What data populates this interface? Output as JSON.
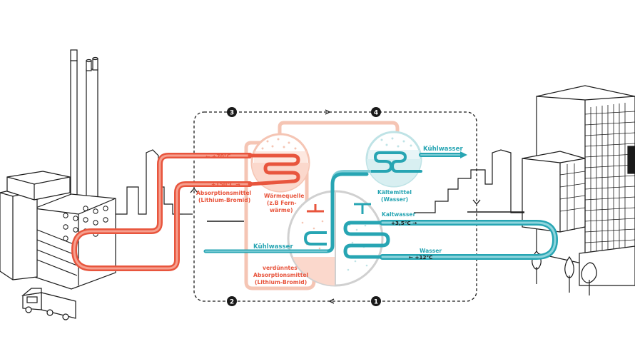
{
  "steps": [
    "1",
    "2",
    "3",
    "4"
  ],
  "labels": {
    "hot_in_temp": "← +70°C",
    "hot_out_temp": "+150°C →",
    "absorbent_title": "Absorptionsmittel",
    "absorbent_sub": "(Lithium-Bromid)",
    "heat_source_1": "Wärmequelle",
    "heat_source_2": "(z.B Fern-",
    "heat_source_3": "wärme)",
    "cooling_water_top": "Kühlwasser",
    "refrigerant_1": "Kältemittel",
    "refrigerant_2": "(Wasser)",
    "cold_water": "Kaltwasser",
    "cold_temp": "+3,5°C →",
    "cooling_water_left": "Kühlwasser",
    "water": "Wasser",
    "water_temp": "← +12°C",
    "diluted_1": "verdünntes",
    "diluted_2": "Absorptionsmittel",
    "diluted_3": "(Lithium-Bromid)"
  },
  "colors": {
    "hot": "#e8553d",
    "hot_light": "#f5c5b4",
    "cool": "#27a5b3",
    "cool_light": "#bfe3e6",
    "ink": "#1a1a1a"
  }
}
